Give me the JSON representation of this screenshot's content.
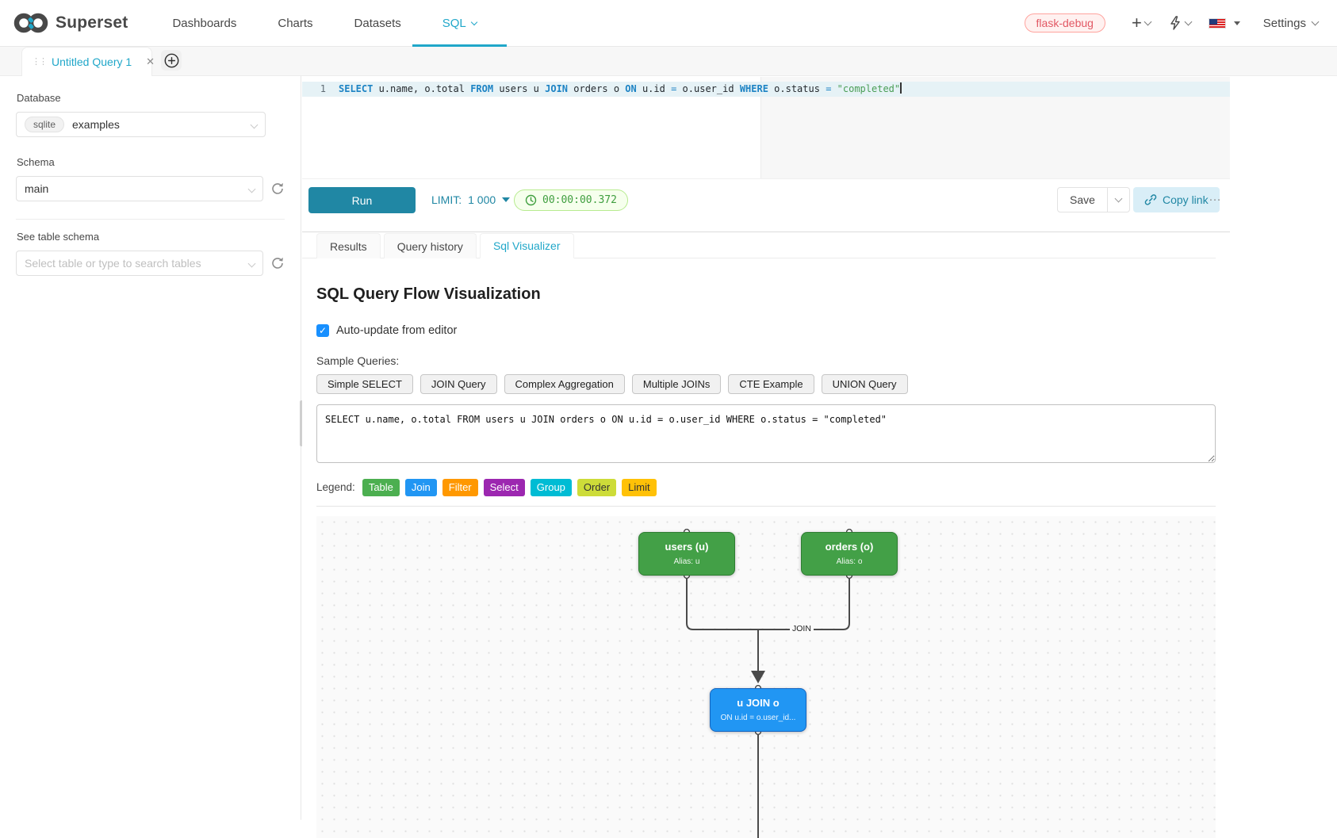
{
  "navbar": {
    "brand": "Superset",
    "items": [
      {
        "label": "Dashboards"
      },
      {
        "label": "Charts"
      },
      {
        "label": "Datasets"
      },
      {
        "label": "SQL"
      }
    ],
    "env_tag": "flask-debug",
    "plus": "+",
    "settings_label": "Settings",
    "accent_color": "#20a7c9"
  },
  "tab_bar": {
    "active_tab_title": "Untitled Query 1",
    "close_glyph": "✕",
    "drag_dots": "⋮⋮"
  },
  "sidebar": {
    "database_label": "Database",
    "database_engine": "sqlite",
    "database_value": "examples",
    "schema_label": "Schema",
    "schema_value": "main",
    "table_label": "See table schema",
    "table_placeholder": "Select table or type to search tables"
  },
  "editor": {
    "line_number": "1",
    "tokens": [
      {
        "text": "SELECT",
        "type": "kw"
      },
      {
        "text": " u.name, o.total ",
        "type": "plain"
      },
      {
        "text": "FROM",
        "type": "kw"
      },
      {
        "text": " users u ",
        "type": "plain"
      },
      {
        "text": "JOIN",
        "type": "kw"
      },
      {
        "text": " orders o ",
        "type": "plain"
      },
      {
        "text": "ON",
        "type": "kw"
      },
      {
        "text": " u.id ",
        "type": "plain"
      },
      {
        "text": "=",
        "type": "op"
      },
      {
        "text": " o.user_id ",
        "type": "plain"
      },
      {
        "text": "WHERE",
        "type": "kw"
      },
      {
        "text": " o.status ",
        "type": "plain"
      },
      {
        "text": "=",
        "type": "op"
      },
      {
        "text": " ",
        "type": "plain"
      },
      {
        "text": "\"completed\"",
        "type": "str"
      }
    ]
  },
  "toolbar": {
    "run_label": "Run",
    "limit_label": "LIMIT:",
    "limit_value": "1 000",
    "timer_value": "00:00:00.372",
    "save_label": "Save",
    "copy_link_label": "Copy link",
    "more_label": "…"
  },
  "south_tabs": {
    "tabs": [
      {
        "label": "Results"
      },
      {
        "label": "Query history"
      },
      {
        "label": "Sql Visualizer"
      }
    ]
  },
  "visualizer": {
    "title": "SQL Query Flow Visualization",
    "auto_update_label": "Auto-update from editor",
    "checkbox_glyph": "✓",
    "samples_label": "Sample Queries:",
    "sample_buttons": [
      "Simple SELECT",
      "JOIN Query",
      "Complex Aggregation",
      "Multiple JOINs",
      "CTE Example",
      "UNION Query"
    ],
    "query_text": "SELECT u.name, o.total FROM users u JOIN orders o ON u.id = o.user_id WHERE o.status = \"completed\"",
    "legend_label": "Legend:",
    "legend": [
      {
        "label": "Table",
        "color": "#4CAF50",
        "text_color": "#ffffff"
      },
      {
        "label": "Join",
        "color": "#2196F3",
        "text_color": "#ffffff"
      },
      {
        "label": "Filter",
        "color": "#FF9800",
        "text_color": "#ffffff"
      },
      {
        "label": "Select",
        "color": "#9C27B0",
        "text_color": "#ffffff"
      },
      {
        "label": "Group",
        "color": "#00BCD4",
        "text_color": "#ffffff"
      },
      {
        "label": "Order",
        "color": "#CDDC39",
        "text_color": "#333333"
      },
      {
        "label": "Limit",
        "color": "#FFC107",
        "text_color": "#333333"
      }
    ],
    "flow": {
      "nodes": [
        {
          "title": "users (u)",
          "subtitle": "Alias: u",
          "color": "#43A047",
          "border": "#2E7D32"
        },
        {
          "title": "orders (o)",
          "subtitle": "Alias: o",
          "color": "#43A047",
          "border": "#2E7D32"
        },
        {
          "title": "u JOIN o",
          "subtitle": "ON u.id = o.user_id...",
          "color": "#2196F3",
          "border": "#1565C0"
        }
      ],
      "edge_label": "JOIN"
    }
  }
}
